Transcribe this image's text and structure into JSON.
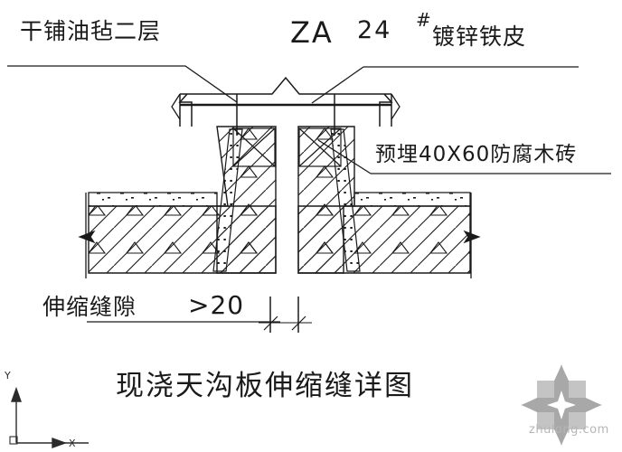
{
  "drawing": {
    "title": "现浇天沟板伸缩缝详图",
    "background_color": "#ffffff",
    "line_color": "#1a1a1a",
    "annotations": {
      "felt_layer": "干铺油毡二层",
      "section_mark": "ZA",
      "sheet_gauge": "24",
      "sheet_gauge_hash": "#",
      "sheet_material": "镀锌铁皮",
      "wood_brick": "预埋40X60防腐木砖",
      "joint_gap_label": "伸缩缝隙",
      "joint_gap_dimension": ">20"
    }
  },
  "watermark": {
    "text": "zhulong.com",
    "logo_name": "flower-star-logo",
    "color": "#b6b6b6"
  },
  "ucs_icon": {
    "y_label": "Y",
    "x_label": "X"
  }
}
